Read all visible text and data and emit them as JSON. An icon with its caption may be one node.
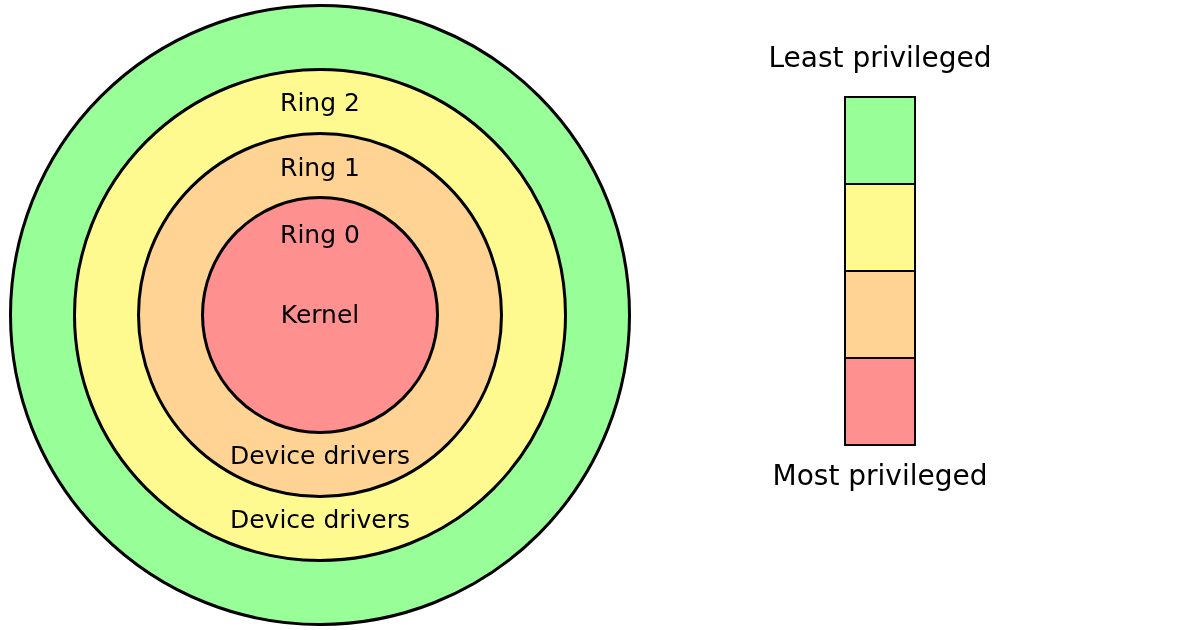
{
  "diagram": {
    "nodes": [
      {
        "text": [],
        "shape": "circle"
      },
      {
        "text": [
          "Ring 2",
          "Device drivers"
        ],
        "in": 0
      },
      {
        "text": [
          "Ring 1",
          "Device drivers"
        ],
        "in": 1
      },
      {
        "text": [
          "Ring 0",
          "Kernel"
        ],
        "in": 2
      }
    ],
    "legend": [
      {
        "text": "Least privileged",
        "color": "#98fe98"
      },
      {
        "text": "Most privileged",
        "color": "#ff9090"
      }
    ]
  }
}
